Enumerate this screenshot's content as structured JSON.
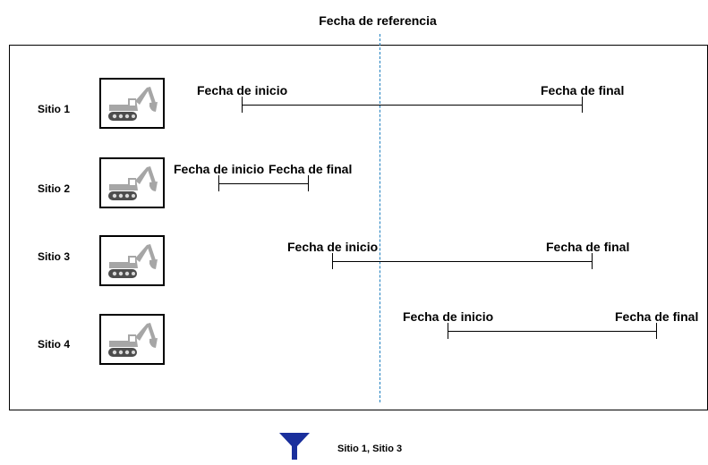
{
  "reference": {
    "title": "Fecha de referencia"
  },
  "sites": [
    {
      "label": "Sitio 1",
      "start_label": "Fecha de inicio",
      "end_label": "Fecha de final"
    },
    {
      "label": "Sitio 2",
      "start_label": "Fecha de inicio",
      "end_label": "Fecha de final"
    },
    {
      "label": "Sitio 3",
      "start_label": "Fecha de inicio",
      "end_label": "Fecha de final"
    },
    {
      "label": "Sitio 4",
      "start_label": "Fecha de inicio",
      "end_label": "Fecha de final"
    }
  ],
  "filter": {
    "icon": "filter-icon",
    "result_text": "Sitio 1, Sitio 3",
    "color": "#1a2f9c"
  },
  "colors": {
    "reference_line": "#1f7fbf",
    "icon_gray": "#a6a6a6",
    "icon_dark": "#4d4d4d"
  }
}
